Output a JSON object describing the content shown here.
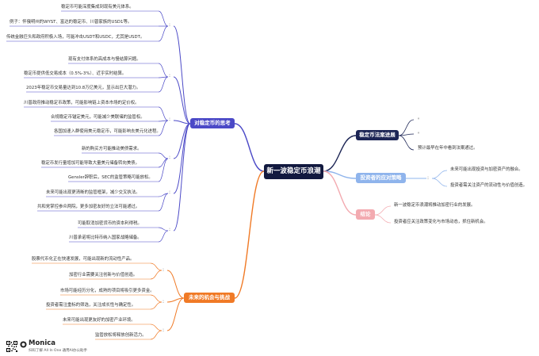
{
  "center": {
    "label": "新一波稳定币浪潮"
  },
  "branches": {
    "thoughts": {
      "label": "对稳定币的思考",
      "color": "#4b49c7"
    },
    "legal": {
      "label": "稳定币法案进展",
      "color": "#1c2555"
    },
    "investor": {
      "label": "投资者的应对策略",
      "color": "#8fb4ec"
    },
    "conclusion": {
      "label": "结论",
      "color": "#f3aab0"
    },
    "future": {
      "label": "未来的机会与挑战",
      "color": "#f07a26"
    }
  },
  "thoughts_leaves": [
    "稳定币可能深度集成到现有美元体系。",
    "例子：怀俄明州的WYST、富达的稳定币、川普家族的USD1等。",
    "传统金融巨头和政府积极入场，可能冲击USDT和USDC，尤其是USDT。",
    "现有支付体系的高成本与慢结算问题。",
    "稳定币提供低交易成本（0.5%-3%）、近乎实时结算。",
    "2023年稳定币交易量达到10.8万亿美元，显示出巨大潜力。",
    "川普政府推动稳定币政策，可能影响链上资本市场的定价权。",
    "合规稳定币锚定美元，可能减少美联储的监管权。",
    "各国加速入群使用美元稳定币，可能影响去美元化进程。",
    "新的购买方可能推动美债需求。",
    "稳定币发行量增加可能导致大量美元储备转向美债。",
    "Gensler辞职后，SEC的监管策略可能放松。",
    "未来可能出现更清晰的监管框架，减少交叉执法。",
    "共和党掌控参众两院，更多加密友好的立法可能通过。",
    "可能取消加密货币的资本利得税。",
    "川普承诺将比特币纳入国家战略储备。"
  ],
  "legal_leaves": [
    "。",
    "。",
    "预计最早在年中看到法案通过。"
  ],
  "investor_leaves": [
    "未来可能出现投资与加密资产的融合。",
    "投资者需关注资产的流动性与价值创造。"
  ],
  "conclusion_leaves": [
    "新一波稳定币浪潮将推动加密行业的发展。",
    "投资者应关注政策变化与市场动态，抓住新机会。"
  ],
  "future_leaves": [
    "股票代币化正在快速发展，可能出现新的流动性产品。",
    "加密行业需要关注创新与价值创造。",
    "市场可能经历分化，成熟的项目将吸引更多资金。",
    "投资者需注重标的筛选，关注成长性与确定性。",
    "未来可能出现更友好的加密产业环境。",
    "监管放松将释放创新活力。"
  ],
  "footer": {
    "brand": "Monica",
    "tagline": "扫码了解 All In One 通用AI办公助手"
  }
}
